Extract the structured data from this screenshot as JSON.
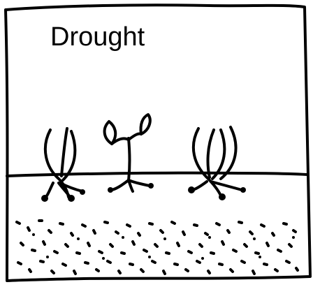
{
  "panel": {
    "title": "Drought"
  },
  "plants": [
    {
      "kind": "wilted",
      "icon": "wilted-plant-icon"
    },
    {
      "kind": "seedling",
      "icon": "seedling-icon"
    },
    {
      "kind": "wilted",
      "icon": "wilted-plant-icon"
    }
  ],
  "colors": {
    "ink": "#000000",
    "background": "#ffffff"
  }
}
